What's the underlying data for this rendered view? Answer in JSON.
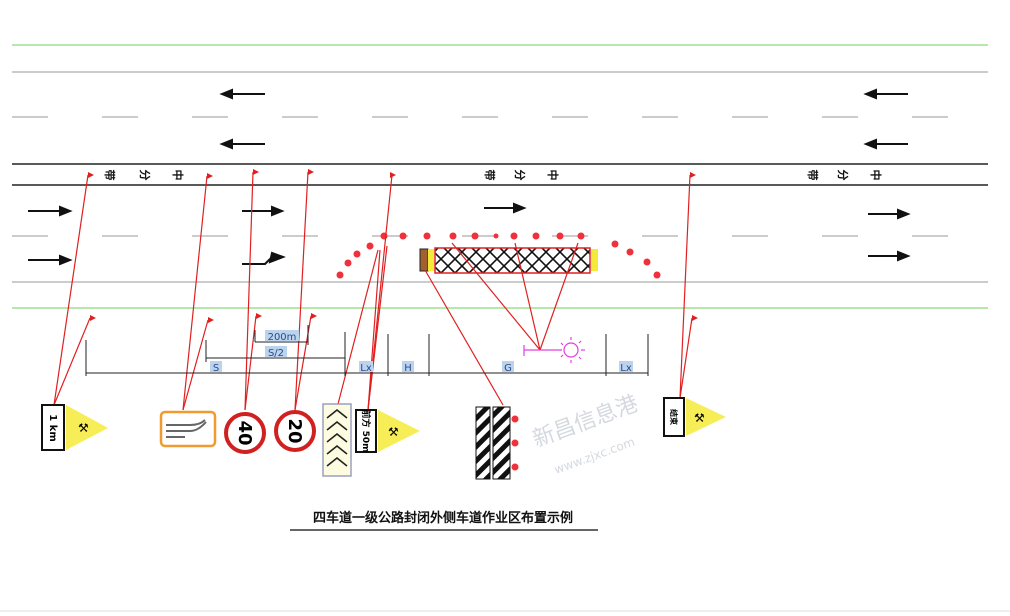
{
  "title": "四车道一级公路封闭外侧车道作业区布置示例",
  "median_label": [
    "中",
    "分",
    "带"
  ],
  "dimensions": {
    "s": "S",
    "s_half": "S/2",
    "d200": "200m",
    "lx1": "Lx",
    "h": "H",
    "g": "G",
    "lx2": "Lx"
  },
  "signs": {
    "distance_1km": "1 km",
    "speed_40": "40",
    "speed_20": "20",
    "distance_front": "前方 50m",
    "end": "结束"
  },
  "watermark": {
    "text": "新昌信息港",
    "url": "www.zjxc.com"
  },
  "colors": {
    "cone": "#f0303a",
    "leader": "#e02020",
    "green": "#9fe08f",
    "sign_yellow": "#f4ea3a",
    "dim_fill": "#bcd3ee",
    "light": "#e040e0"
  }
}
